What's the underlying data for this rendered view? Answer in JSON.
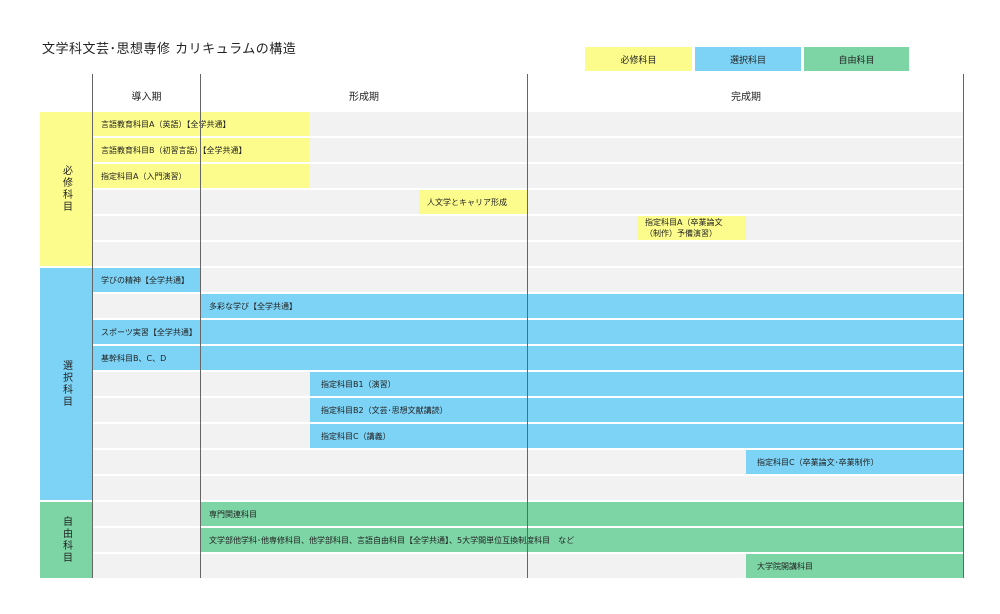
{
  "title": "文学科文芸･思想専修 カリキュラムの構造",
  "legend": {
    "required": "必修科目",
    "elective": "選択科目",
    "free": "自由科目"
  },
  "colors": {
    "required": "#fcfc8c",
    "elective": "#7dd3f5",
    "free": "#7dd5a6",
    "row_bg": "#f2f2f2"
  },
  "phases": {
    "intro": "導入期",
    "formation": "形成期",
    "completion": "完成期"
  },
  "categories": {
    "required": "必修科目",
    "elective": "選択科目",
    "free": "自由科目"
  },
  "courses": {
    "c1": "言語教育科目A（英語）【全学共通】",
    "c2": "言語教育科目B（初習言語）【全学共通】",
    "c3": "指定科目A（入門演習）",
    "c4": "人文学とキャリア形成",
    "c5a": "指定科目A（卒業論文",
    "c5b": "（制作）予備演習）",
    "c6": "学びの精神【全学共通】",
    "c7": "多彩な学び【全学共通】",
    "c8": "スポーツ実習【全学共通】",
    "c9": "基幹科目B、C、D",
    "c10": "指定科目B1（演習）",
    "c11": "指定科目B2（文芸･思想文献講読）",
    "c12": "指定科目C（講義）",
    "c13": "指定科目C（卒業論文･卒業制作）",
    "c14": "専門関連科目",
    "c15": "文学部他学科･他専修科目、他学部科目、言語自由科目【全学共通】、5大学間単位互換制度科目　など",
    "c16": "大学院開講科目"
  }
}
